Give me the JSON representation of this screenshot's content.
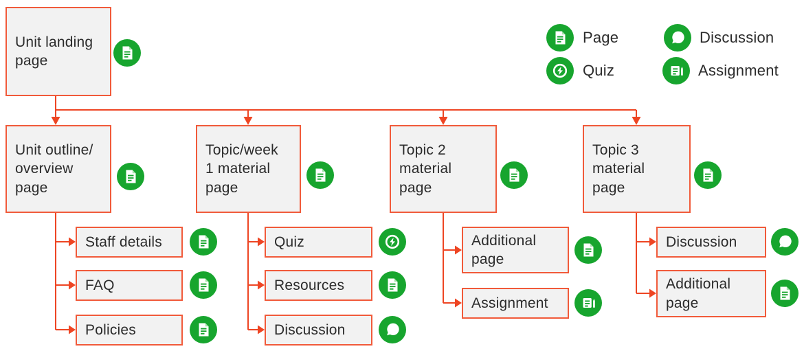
{
  "colors": {
    "accent_orange_lines": "#ee4523",
    "box_border_orange": "#f15a3a",
    "node_fill_gray": "#f2f2f2",
    "icon_green": "#17a52e",
    "text_dark": "#2b2b2b"
  },
  "legend": {
    "items": [
      {
        "label": "Page",
        "icon": "page"
      },
      {
        "label": "Quiz",
        "icon": "quiz"
      },
      {
        "label": "Discussion",
        "icon": "discussion"
      },
      {
        "label": "Assignment",
        "icon": "assignment"
      }
    ]
  },
  "tree": {
    "root": {
      "label": "Unit landing\npage",
      "icon": "page"
    },
    "columns": [
      {
        "parent": {
          "label": "Unit outline/\noverview\npage",
          "icon": "page"
        },
        "children": [
          {
            "label": "Staff details",
            "icon": "page"
          },
          {
            "label": "FAQ",
            "icon": "page"
          },
          {
            "label": "Policies",
            "icon": "page"
          }
        ]
      },
      {
        "parent": {
          "label": "Topic/week\n1 material\npage",
          "icon": "page"
        },
        "children": [
          {
            "label": "Quiz",
            "icon": "quiz"
          },
          {
            "label": "Resources",
            "icon": "page"
          },
          {
            "label": "Discussion",
            "icon": "discussion"
          }
        ]
      },
      {
        "parent": {
          "label": "Topic 2\nmaterial\npage",
          "icon": "page"
        },
        "children": [
          {
            "label": "Additional\npage",
            "icon": "page"
          },
          {
            "label": "Assignment",
            "icon": "assignment"
          }
        ]
      },
      {
        "parent": {
          "label": "Topic 3\nmaterial\npage",
          "icon": "page"
        },
        "children": [
          {
            "label": "Discussion",
            "icon": "discussion"
          },
          {
            "label": "Additional\npage",
            "icon": "page"
          }
        ]
      }
    ]
  }
}
